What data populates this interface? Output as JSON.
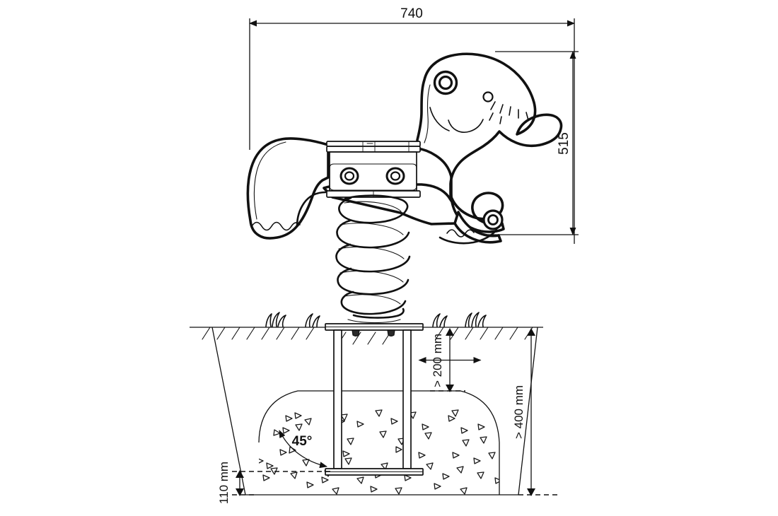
{
  "drawing": {
    "title": "Spring rider playground equipment installation drawing",
    "background_color": "#ffffff",
    "line_color": "#111111",
    "units_note": "mm"
  },
  "dimensions": {
    "overall_width": {
      "label": "740",
      "orientation": "horizontal",
      "position": "top",
      "name": "overall-width-dimension"
    },
    "overall_height": {
      "label": "515",
      "orientation": "vertical",
      "position": "right",
      "name": "overall-height-dimension"
    },
    "foundation_cover_depth": {
      "label": "> 200 mm",
      "orientation": "vertical",
      "position": "below-ground-upper",
      "name": "concrete-cover-depth-dimension"
    },
    "foundation_total_depth": {
      "label": "> 400 mm",
      "orientation": "vertical",
      "position": "right-of-pit",
      "name": "foundation-depth-dimension"
    },
    "base_plate_clearance": {
      "label": "110 mm",
      "orientation": "vertical",
      "position": "left-of-pit-bottom",
      "name": "base-plate-clearance-dimension"
    },
    "slope_angle": {
      "label": "45°",
      "orientation": "arc",
      "position": "foundation-chamfer",
      "name": "foundation-slope-angle"
    }
  },
  "components": {
    "animal_body": {
      "name": "spring-rider-animal-body"
    },
    "animal_head": {
      "name": "animal-head"
    },
    "animal_eye_handle": {
      "name": "eye-handle"
    },
    "animal_nostril": {
      "name": "nostril"
    },
    "animal_mouth": {
      "name": "mouth-curve"
    },
    "animal_mane": {
      "name": "mane-hatching"
    },
    "animal_tail": {
      "name": "tail"
    },
    "footrest": {
      "name": "footrest-peg"
    },
    "seat_plate": {
      "name": "seat-plate"
    },
    "mount_block": {
      "name": "spring-mount-block"
    },
    "mount_bolts": {
      "name": "mount-bolt-hole"
    },
    "spring": {
      "name": "coil-spring",
      "coil_count": 5
    },
    "ground_line": {
      "name": "ground-line"
    },
    "grass_tufts": {
      "name": "grass-tuft"
    },
    "anchor_post": {
      "name": "anchor-post"
    },
    "anchor_base_plate": {
      "name": "anchor-base-plate"
    },
    "anchor_top_plate": {
      "name": "anchor-top-plate"
    },
    "foundation_pit": {
      "name": "excavation-pit-outline"
    },
    "concrete_fill": {
      "name": "concrete-foundation-fill"
    },
    "aggregate_marks": {
      "name": "concrete-aggregate-symbol"
    }
  }
}
